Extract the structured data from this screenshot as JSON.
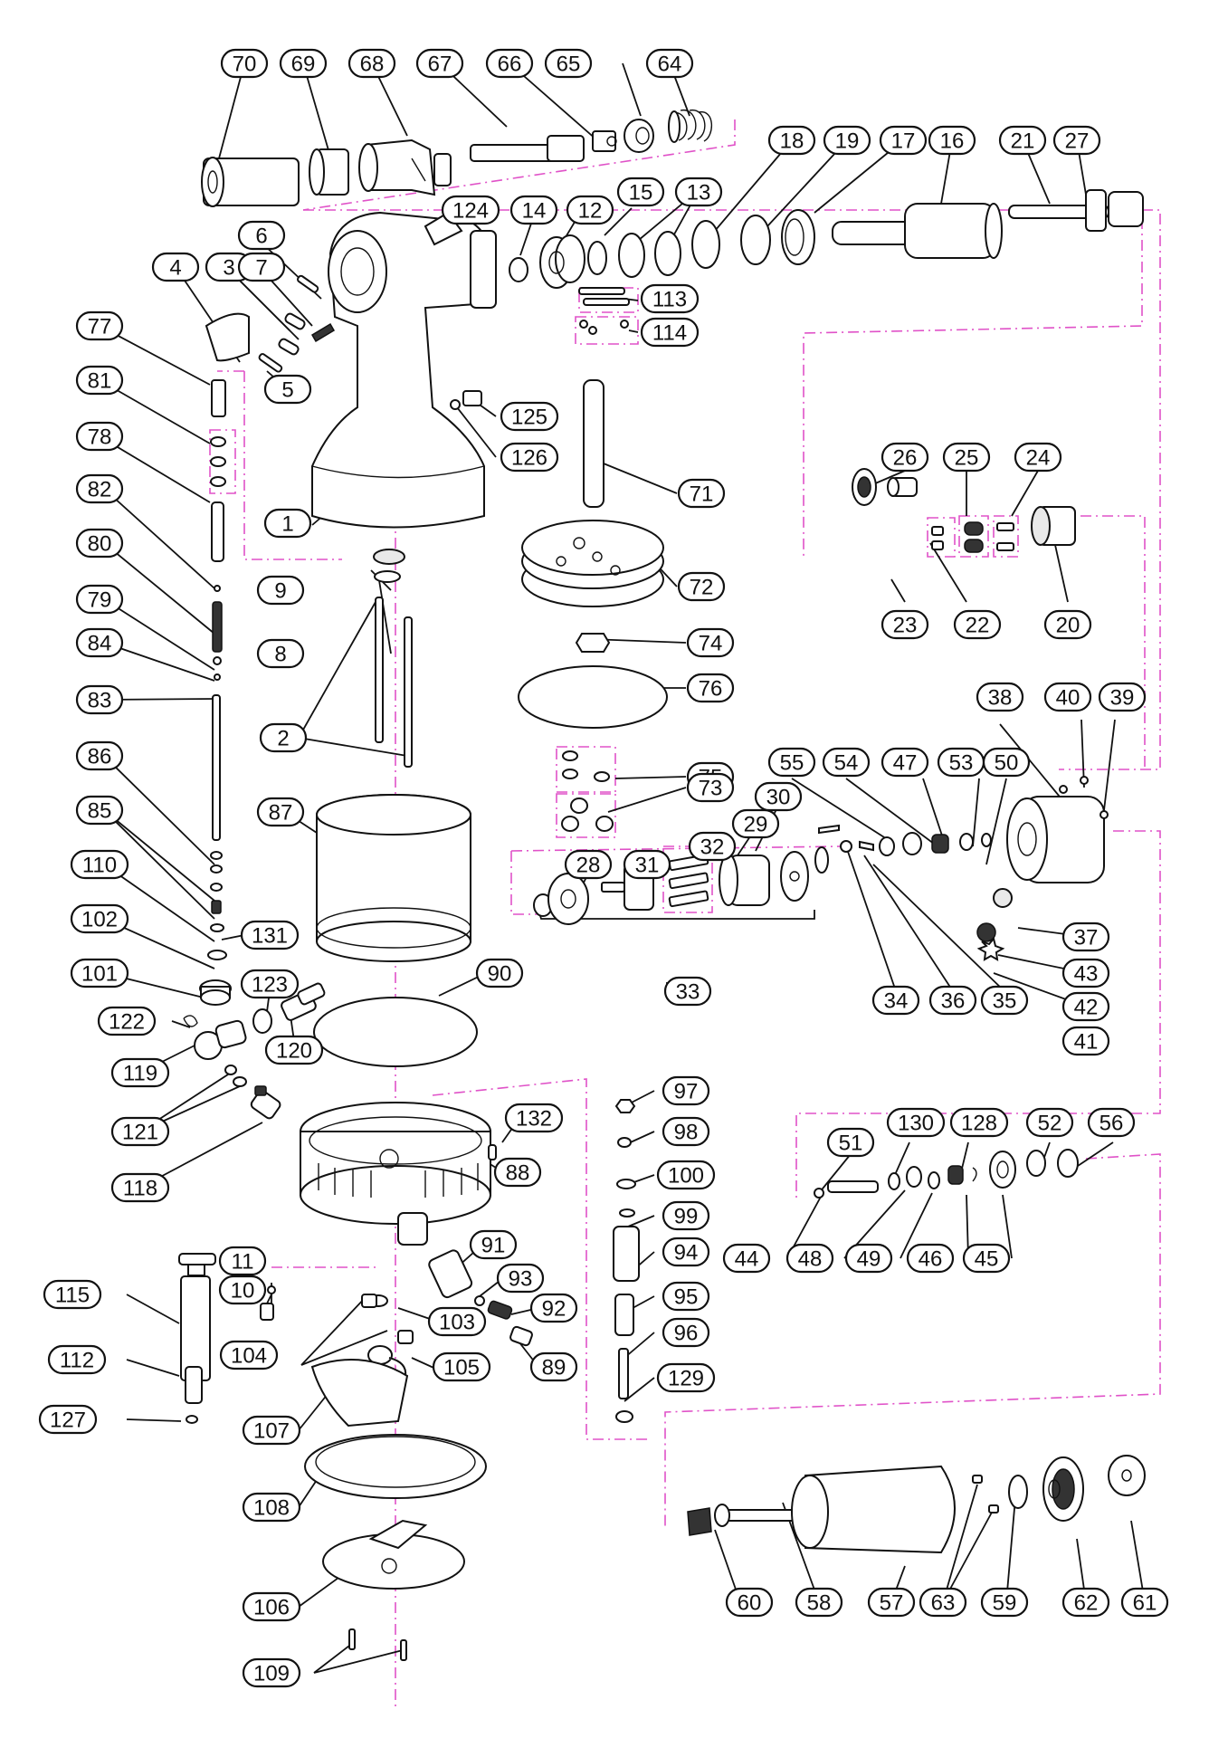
{
  "diagram": {
    "colors": {
      "line": "#111111",
      "guide": "#e052c8",
      "background": "#ffffff"
    },
    "labels": [
      {
        "id": "l70",
        "text": "70"
      },
      {
        "id": "l69",
        "text": "69"
      },
      {
        "id": "l68",
        "text": "68"
      },
      {
        "id": "l67",
        "text": "67"
      },
      {
        "id": "l66",
        "text": "66"
      },
      {
        "id": "l65",
        "text": "65"
      },
      {
        "id": "l64",
        "text": "64"
      },
      {
        "id": "l18",
        "text": "18"
      },
      {
        "id": "l19",
        "text": "19"
      },
      {
        "id": "l17",
        "text": "17"
      },
      {
        "id": "l16",
        "text": "16"
      },
      {
        "id": "l21",
        "text": "21"
      },
      {
        "id": "l27",
        "text": "27"
      },
      {
        "id": "l124",
        "text": "124"
      },
      {
        "id": "l14",
        "text": "14"
      },
      {
        "id": "l12",
        "text": "12"
      },
      {
        "id": "l15",
        "text": "15"
      },
      {
        "id": "l13",
        "text": "13"
      },
      {
        "id": "l113",
        "text": "113"
      },
      {
        "id": "l114",
        "text": "114"
      },
      {
        "id": "l6",
        "text": "6"
      },
      {
        "id": "l4",
        "text": "4"
      },
      {
        "id": "l3",
        "text": "3"
      },
      {
        "id": "l7",
        "text": "7"
      },
      {
        "id": "l5",
        "text": "5"
      },
      {
        "id": "l77",
        "text": "77"
      },
      {
        "id": "l81",
        "text": "81"
      },
      {
        "id": "l78",
        "text": "78"
      },
      {
        "id": "l82",
        "text": "82"
      },
      {
        "id": "l80",
        "text": "80"
      },
      {
        "id": "l79",
        "text": "79"
      },
      {
        "id": "l84",
        "text": "84"
      },
      {
        "id": "l83",
        "text": "83"
      },
      {
        "id": "l86",
        "text": "86"
      },
      {
        "id": "l85",
        "text": "85"
      },
      {
        "id": "l110",
        "text": "110"
      },
      {
        "id": "l102",
        "text": "102"
      },
      {
        "id": "l131",
        "text": "131"
      },
      {
        "id": "l101",
        "text": "101"
      },
      {
        "id": "l123",
        "text": "123"
      },
      {
        "id": "l122",
        "text": "122"
      },
      {
        "id": "l120",
        "text": "120"
      },
      {
        "id": "l119",
        "text": "119"
      },
      {
        "id": "l121",
        "text": "121"
      },
      {
        "id": "l118",
        "text": "118"
      },
      {
        "id": "l125",
        "text": "125"
      },
      {
        "id": "l126",
        "text": "126"
      },
      {
        "id": "l71",
        "text": "71"
      },
      {
        "id": "l1",
        "text": "1"
      },
      {
        "id": "l9",
        "text": "9"
      },
      {
        "id": "l8",
        "text": "8"
      },
      {
        "id": "l72",
        "text": "72"
      },
      {
        "id": "l2",
        "text": "2"
      },
      {
        "id": "l74",
        "text": "74"
      },
      {
        "id": "l76",
        "text": "76"
      },
      {
        "id": "l75",
        "text": "75"
      },
      {
        "id": "l73",
        "text": "73"
      },
      {
        "id": "l87",
        "text": "87"
      },
      {
        "id": "l90",
        "text": "90"
      },
      {
        "id": "l26",
        "text": "26"
      },
      {
        "id": "l25",
        "text": "25"
      },
      {
        "id": "l24",
        "text": "24"
      },
      {
        "id": "l23",
        "text": "23"
      },
      {
        "id": "l22",
        "text": "22"
      },
      {
        "id": "l20",
        "text": "20"
      },
      {
        "id": "l38",
        "text": "38"
      },
      {
        "id": "l40",
        "text": "40"
      },
      {
        "id": "l39",
        "text": "39"
      },
      {
        "id": "l55",
        "text": "55"
      },
      {
        "id": "l54",
        "text": "54"
      },
      {
        "id": "l47",
        "text": "47"
      },
      {
        "id": "l53",
        "text": "53"
      },
      {
        "id": "l50",
        "text": "50"
      },
      {
        "id": "l30",
        "text": "30"
      },
      {
        "id": "l28",
        "text": "28"
      },
      {
        "id": "l31",
        "text": "31"
      },
      {
        "id": "l32",
        "text": "32"
      },
      {
        "id": "l29",
        "text": "29"
      },
      {
        "id": "l37",
        "text": "37"
      },
      {
        "id": "l43",
        "text": "43"
      },
      {
        "id": "l42",
        "text": "42"
      },
      {
        "id": "l41",
        "text": "41"
      },
      {
        "id": "l33",
        "text": "33"
      },
      {
        "id": "l34",
        "text": "34"
      },
      {
        "id": "l36",
        "text": "36"
      },
      {
        "id": "l35",
        "text": "35"
      },
      {
        "id": "l132",
        "text": "132"
      },
      {
        "id": "l88",
        "text": "88"
      },
      {
        "id": "l97",
        "text": "97"
      },
      {
        "id": "l98",
        "text": "98"
      },
      {
        "id": "l100",
        "text": "100"
      },
      {
        "id": "l99",
        "text": "99"
      },
      {
        "id": "l94",
        "text": "94"
      },
      {
        "id": "l95",
        "text": "95"
      },
      {
        "id": "l96",
        "text": "96"
      },
      {
        "id": "l129",
        "text": "129"
      },
      {
        "id": "l91",
        "text": "91"
      },
      {
        "id": "l93",
        "text": "93"
      },
      {
        "id": "l92",
        "text": "92"
      },
      {
        "id": "l89",
        "text": "89"
      },
      {
        "id": "l51",
        "text": "51"
      },
      {
        "id": "l130",
        "text": "130"
      },
      {
        "id": "l128",
        "text": "128"
      },
      {
        "id": "l52",
        "text": "52"
      },
      {
        "id": "l56",
        "text": "56"
      },
      {
        "id": "l44",
        "text": "44"
      },
      {
        "id": "l48",
        "text": "48"
      },
      {
        "id": "l49",
        "text": "49"
      },
      {
        "id": "l46",
        "text": "46"
      },
      {
        "id": "l45",
        "text": "45"
      },
      {
        "id": "l115",
        "text": "115"
      },
      {
        "id": "l11",
        "text": "11"
      },
      {
        "id": "l10",
        "text": "10"
      },
      {
        "id": "l103",
        "text": "103"
      },
      {
        "id": "l104",
        "text": "104"
      },
      {
        "id": "l105",
        "text": "105"
      },
      {
        "id": "l112",
        "text": "112"
      },
      {
        "id": "l127",
        "text": "127"
      },
      {
        "id": "l107",
        "text": "107"
      },
      {
        "id": "l108",
        "text": "108"
      },
      {
        "id": "l106",
        "text": "106"
      },
      {
        "id": "l109",
        "text": "109"
      },
      {
        "id": "l60",
        "text": "60"
      },
      {
        "id": "l58",
        "text": "58"
      },
      {
        "id": "l57",
        "text": "57"
      },
      {
        "id": "l63",
        "text": "63"
      },
      {
        "id": "l59",
        "text": "59"
      },
      {
        "id": "l62",
        "text": "62"
      },
      {
        "id": "l61",
        "text": "61"
      }
    ]
  }
}
